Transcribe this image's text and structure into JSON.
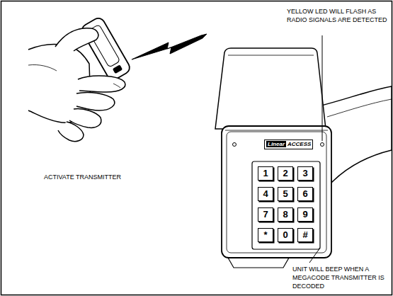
{
  "diagram": {
    "nodes": [
      {
        "text": [
          "Linear",
          "ACCESS"
        ]
      },
      {
        "text": [
          "1"
        ]
      },
      {
        "text": [
          "2"
        ]
      },
      {
        "text": [
          "3"
        ]
      },
      {
        "text": [
          "4"
        ]
      },
      {
        "text": [
          "5"
        ]
      },
      {
        "text": [
          "6"
        ]
      },
      {
        "text": [
          "7"
        ]
      },
      {
        "text": [
          "8"
        ]
      },
      {
        "text": [
          "9"
        ]
      },
      {
        "text": [
          "*"
        ]
      },
      {
        "text": [
          "0"
        ]
      },
      {
        "text": [
          "#"
        ]
      }
    ],
    "labels": [
      "YELLOW LED WILL FLASH AS RADIO SIGNALS ARE DETECTED",
      "ACTIVATE TRANSMITTER",
      "UNIT WILL BEEP WHEN A MEGACODE TRANSMITTER IS DECODED"
    ]
  }
}
